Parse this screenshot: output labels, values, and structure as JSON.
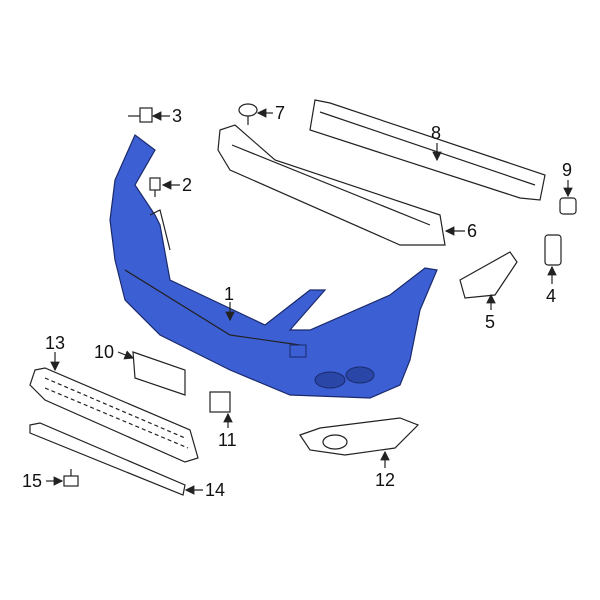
{
  "colors": {
    "highlight": "#3c5fd4",
    "outline": "#222222"
  },
  "callouts": [
    {
      "id": "1",
      "label": "1"
    },
    {
      "id": "2",
      "label": "2"
    },
    {
      "id": "3",
      "label": "3"
    },
    {
      "id": "4",
      "label": "4"
    },
    {
      "id": "5",
      "label": "5"
    },
    {
      "id": "6",
      "label": "6"
    },
    {
      "id": "7",
      "label": "7"
    },
    {
      "id": "8",
      "label": "8"
    },
    {
      "id": "9",
      "label": "9"
    },
    {
      "id": "10",
      "label": "10"
    },
    {
      "id": "11",
      "label": "11"
    },
    {
      "id": "12",
      "label": "12"
    },
    {
      "id": "13",
      "label": "13"
    },
    {
      "id": "14",
      "label": "14"
    },
    {
      "id": "15",
      "label": "15"
    }
  ]
}
